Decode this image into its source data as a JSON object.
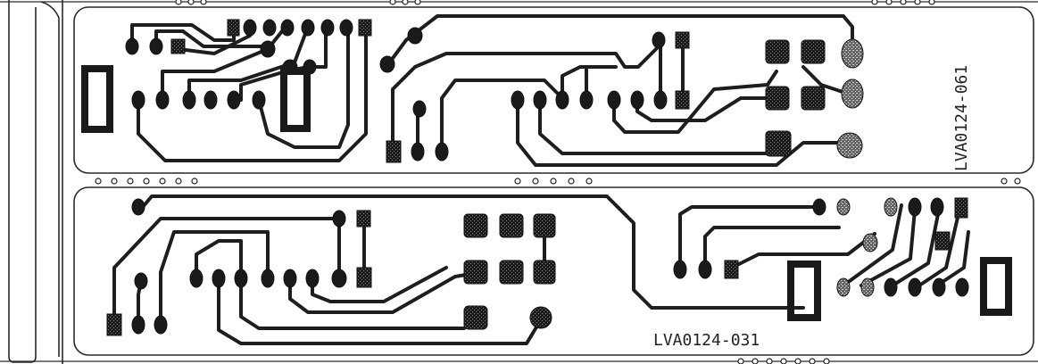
{
  "boards": [
    {
      "id": "top",
      "label": "LVA0124-061"
    },
    {
      "id": "bottom",
      "label": "LVA0124-031"
    }
  ],
  "colors": {
    "ink": "#1e1e1e",
    "board_outline": "#2a2a2a",
    "pad_fill": "#1a1a1a",
    "background": "#ffffff"
  }
}
